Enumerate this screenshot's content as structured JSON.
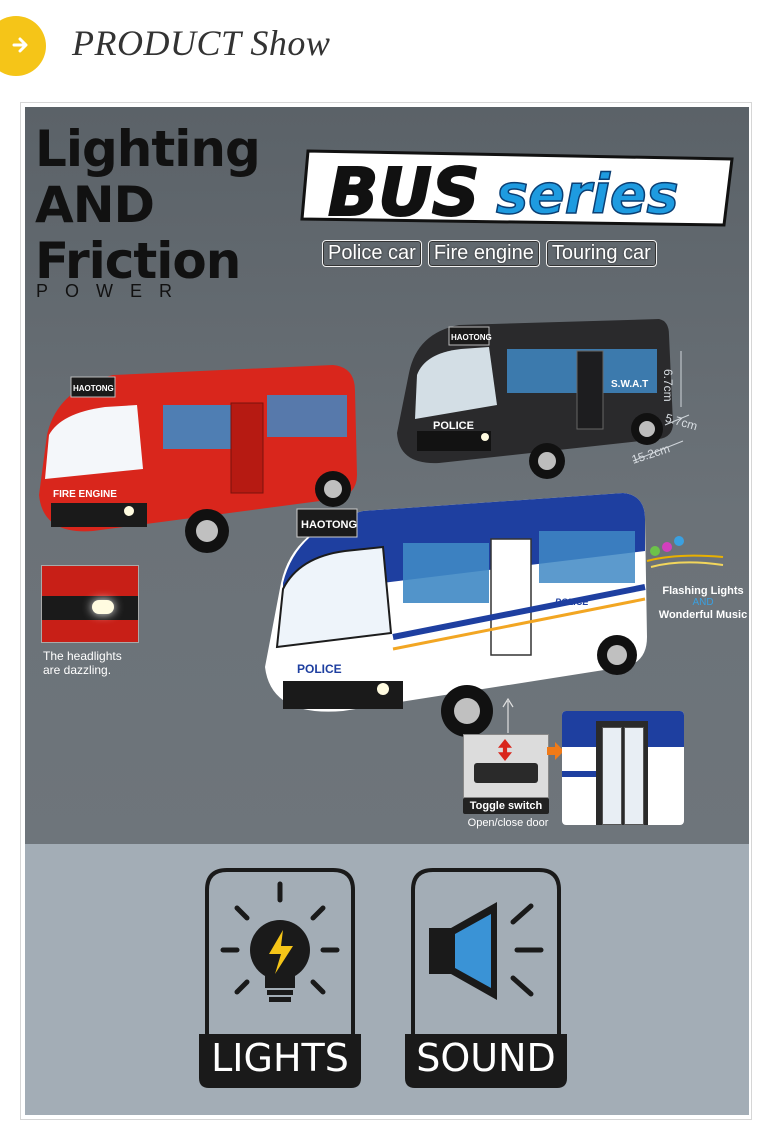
{
  "header": {
    "title": "PRODUCT Show",
    "badge_icon": "arrow-right-icon",
    "badge_color": "#f5c518"
  },
  "poster": {
    "headline_lines": [
      "Lighting",
      "AND",
      "Friction"
    ],
    "power_label": "POWER",
    "brand_title_part1": "BUS",
    "brand_title_part2": "series",
    "tags": [
      "Police car",
      "Fire engine",
      "Touring car"
    ],
    "dimensions": {
      "height": "6.7cm",
      "width": "5.7cm",
      "length": "15.2cm"
    },
    "headlights_caption_line1": "The headlights",
    "headlights_caption_line2": "are dazzling.",
    "feature_line1": "Flashing Lights",
    "feature_and": "AND",
    "feature_line2": "Wonderful Music",
    "toggle_label": "Toggle switch",
    "toggle_sub": "Open/close door",
    "bus_brand_plate": "HAOTONG",
    "red_bus_text": "FIRE ENGINE",
    "black_bus_text": "POLICE",
    "black_bus_side": "S.W.A.T",
    "blue_bus_text": "POLICE",
    "blue_bus_side": "POLICE",
    "colors": {
      "red_bus": "#d9261c",
      "black_bus": "#2a2a2c",
      "blue_bus": "#1e3fa0",
      "accent_blue": "#1e9be0"
    }
  },
  "features": [
    {
      "label": "LIGHTS",
      "icon": "lightbulb-icon"
    },
    {
      "label": "SOUND",
      "icon": "speaker-icon"
    }
  ]
}
